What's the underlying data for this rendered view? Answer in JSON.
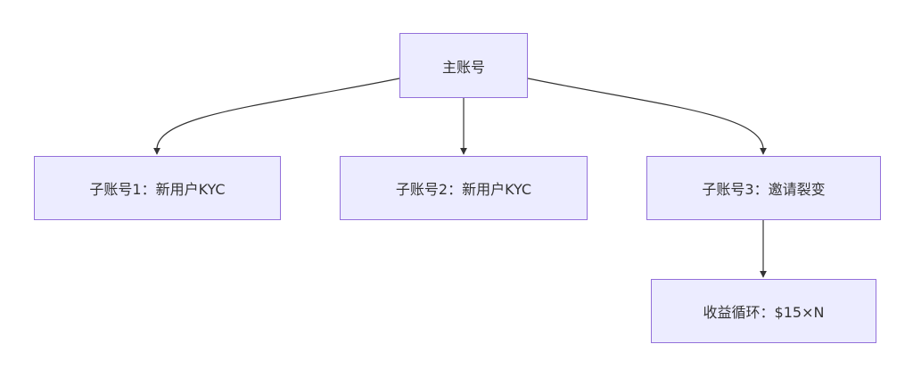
{
  "diagram": {
    "colors": {
      "node_fill": "#ECECFF",
      "node_border": "#9370DB",
      "edge": "#333333",
      "text": "#333333"
    },
    "nodes": {
      "main": {
        "label": "主账号"
      },
      "sub1": {
        "label": "子账号1：新用户KYC"
      },
      "sub2": {
        "label": "子账号2：新用户KYC"
      },
      "sub3": {
        "label": "子账号3：邀请裂变"
      },
      "loop": {
        "label": "收益循环：$15×N"
      }
    },
    "edges": [
      {
        "from": "main",
        "to": "sub1"
      },
      {
        "from": "main",
        "to": "sub2"
      },
      {
        "from": "main",
        "to": "sub3"
      },
      {
        "from": "sub3",
        "to": "loop"
      }
    ]
  }
}
